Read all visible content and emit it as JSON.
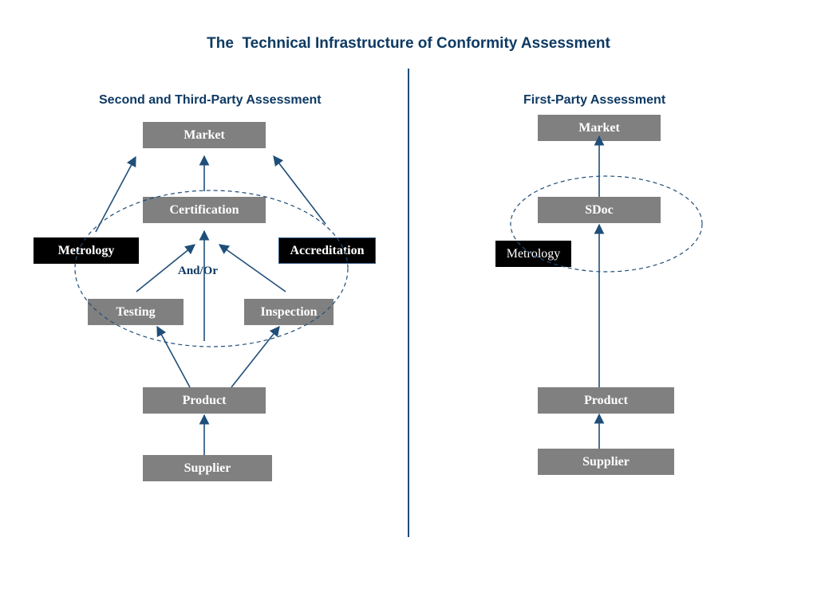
{
  "title": "The  Technical Infrastructure of Conformity Assessment",
  "left": {
    "heading": "Second and Third-Party Assessment",
    "market": "Market",
    "certification": "Certification",
    "metrology": "Metrology",
    "accreditation": "Accreditation",
    "and_or": "And/Or",
    "testing": "Testing",
    "inspection": "Inspection",
    "product": "Product",
    "supplier": "Supplier"
  },
  "right": {
    "heading": "First-Party Assessment",
    "market": "Market",
    "sdoc": "SDoc",
    "metrology": "Metrology",
    "product": "Product",
    "supplier": "Supplier"
  },
  "colors": {
    "heading": "#0e3a63",
    "arrow": "#1f4e79",
    "box_gray": "#808080",
    "box_black": "#000000"
  }
}
